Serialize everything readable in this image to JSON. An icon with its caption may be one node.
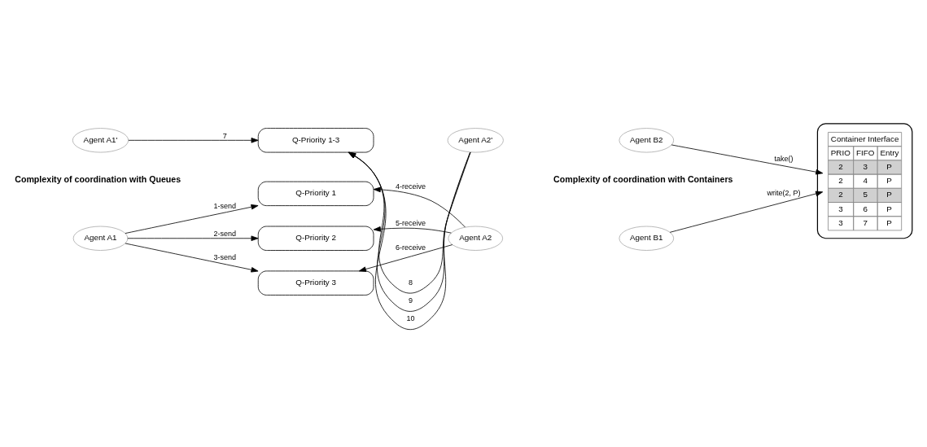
{
  "diagram": {
    "nodes": [
      {
        "text": [
          "Agent A1"
        ]
      },
      {
        "text": [
          "Q-Priority 1"
        ]
      },
      {
        "text": [
          "Q-Priority 2"
        ]
      },
      {
        "text": [
          "Q-Priority 3"
        ]
      },
      {
        "text": [
          "Agent A2"
        ]
      },
      {
        "text": [
          "Agent A1'"
        ]
      },
      {
        "text": [
          "Q-Priority 1-3"
        ]
      },
      {
        "text": [
          "Agent A2'"
        ]
      },
      {
        "text": [
          "Agent B1"
        ]
      },
      {
        "text": [
          "Agent B2"
        ]
      },
      {
        "text": [],
        "shape": "cloud"
      },
      {
        "text": [
          "Container Interface",
          "PRIO",
          "FIFO",
          "Entry",
          "2",
          "3",
          "P",
          "2",
          "4",
          "P",
          "2",
          "5",
          "P",
          "3",
          "6",
          "P",
          "3",
          "7",
          "P"
        ],
        "in": 10
      }
    ],
    "edges": [
      {
        "from": 0,
        "to": 1,
        "arrow": "to",
        "label": "1-send"
      },
      {
        "from": 0,
        "to": 2,
        "arrow": "to",
        "label": "2-send"
      },
      {
        "from": 0,
        "to": 3,
        "arrow": "to",
        "label": "3-send"
      },
      {
        "from": 4,
        "to": 1,
        "arrow": "to",
        "label": "4-receive"
      },
      {
        "from": 4,
        "to": 2,
        "arrow": "to",
        "label": "5-receive"
      },
      {
        "from": 4,
        "to": 3,
        "arrow": "to",
        "label": "6-receive"
      },
      {
        "from": 5,
        "to": 6,
        "arrow": "to",
        "label": "7"
      },
      {
        "from": 7,
        "to": 6,
        "arrow": "to",
        "label": "8"
      },
      {
        "from": 7,
        "to": 6,
        "arrow": "to",
        "label": "9"
      },
      {
        "from": 7,
        "to": 6,
        "arrow": "to",
        "label": "10"
      },
      {
        "from": 8,
        "to": 11,
        "arrow": "to",
        "label": "write(2, P)"
      },
      {
        "from": 9,
        "to": 11,
        "arrow": "to",
        "label": "take()"
      }
    ],
    "labels": [
      "Complexity of coordination with Queues",
      "Complexity of coordination with Containers"
    ]
  }
}
